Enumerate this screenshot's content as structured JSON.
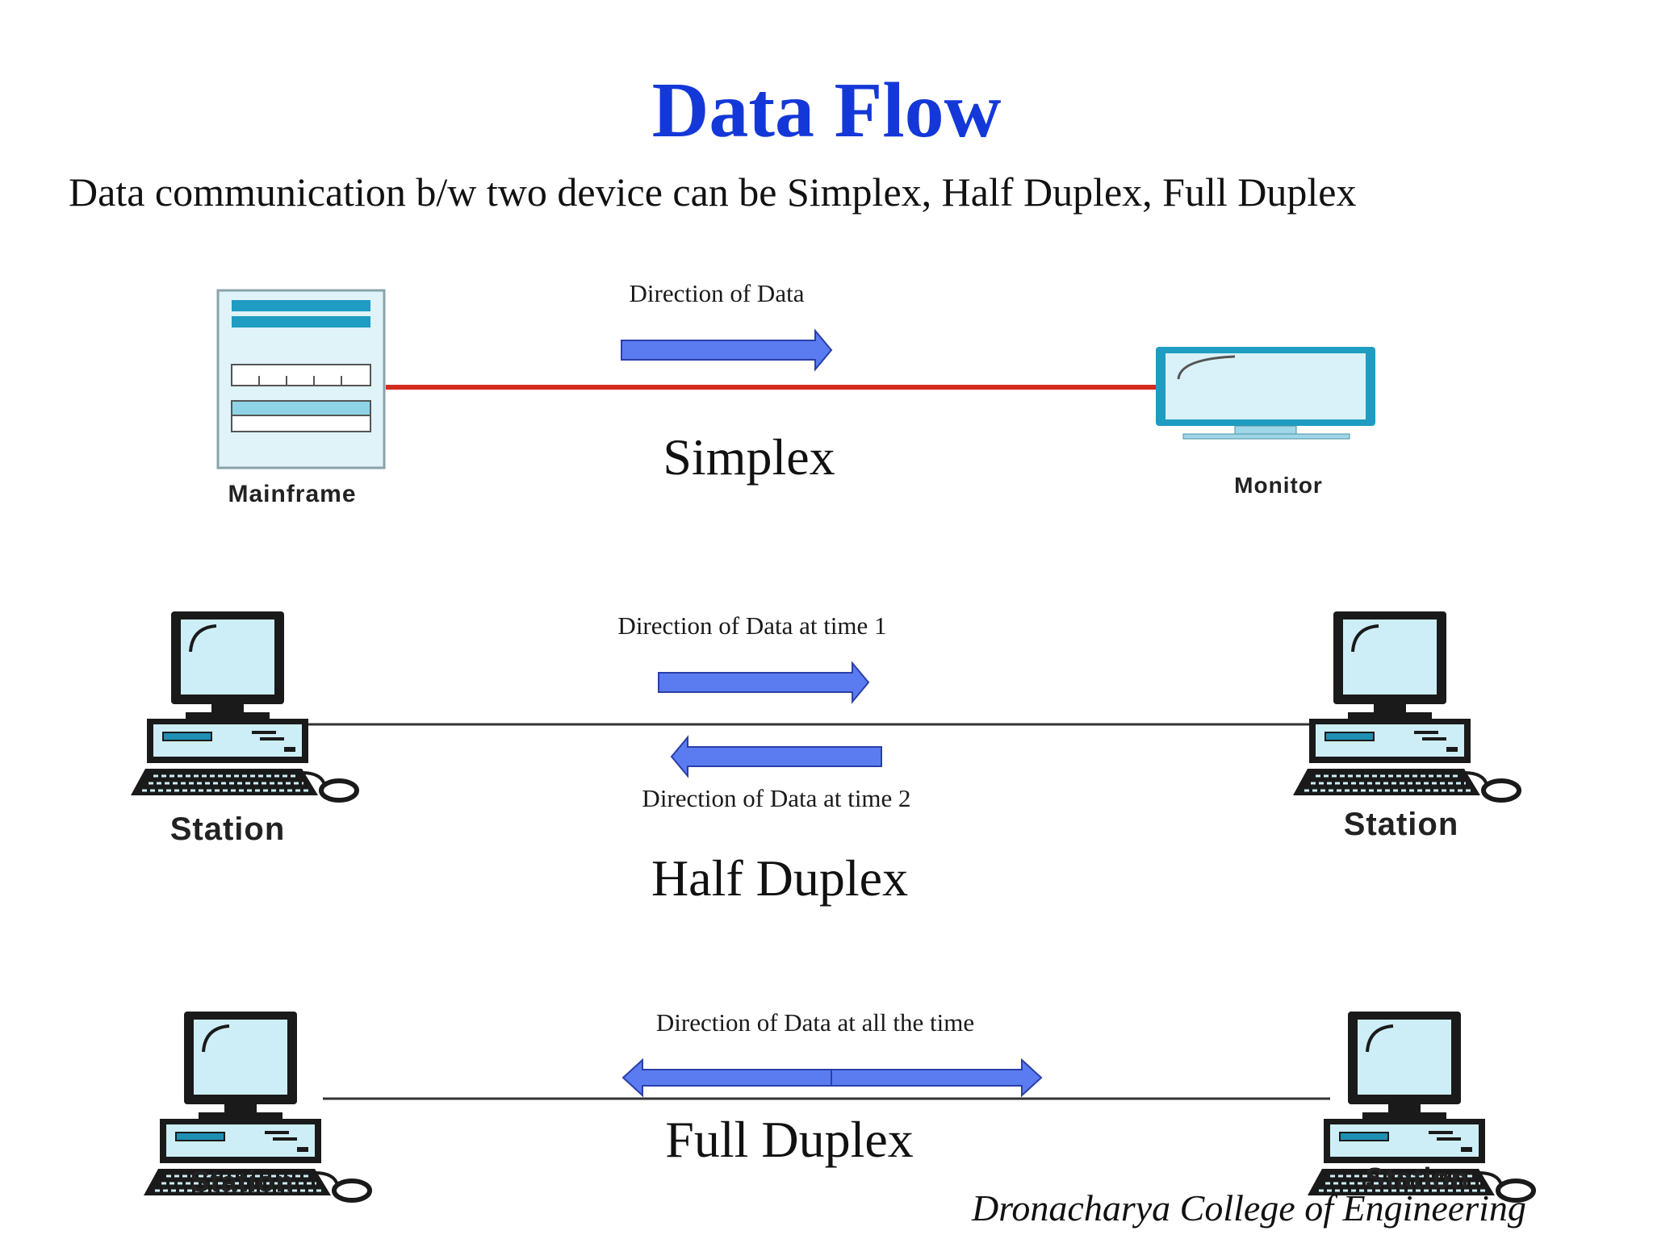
{
  "slide": {
    "title": "Data Flow",
    "subtitle": "Data communication b/w two device can be Simplex, Half Duplex, Full Duplex",
    "footer": "Dronacharya College of Engineering"
  },
  "simplex": {
    "mode_label": "Simplex",
    "direction_label": "Direction of Data",
    "left_device_label": "Mainframe",
    "right_device_label": "Monitor",
    "link_color": "#d42a1e"
  },
  "half_duplex": {
    "mode_label": "Half Duplex",
    "direction_label_1": "Direction of Data at time 1",
    "direction_label_2": "Direction of Data at time 2",
    "left_device_label": "Station",
    "right_device_label": "Station"
  },
  "full_duplex": {
    "mode_label": "Full Duplex",
    "direction_label": "Direction of Data at all the time",
    "left_device_label": "Station",
    "right_device_label": "Station"
  },
  "colors": {
    "title": "#1438d8",
    "arrow_fill": "#5b7cf0",
    "arrow_stroke": "#2a3fa8",
    "device_fill": "#d9f1f8",
    "device_accent": "#1f9cc1"
  }
}
